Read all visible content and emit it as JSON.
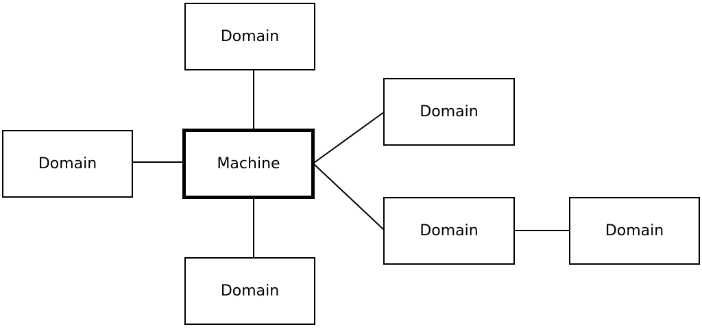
{
  "diagram": {
    "center": {
      "label": "Machine"
    },
    "nodes": [
      {
        "label": "Domain"
      },
      {
        "label": "Domain"
      },
      {
        "label": "Domain"
      },
      {
        "label": "Domain"
      },
      {
        "label": "Domain"
      },
      {
        "label": "Domain"
      }
    ],
    "edges": [
      [
        "center",
        0
      ],
      [
        "center",
        1
      ],
      [
        "center",
        2
      ],
      [
        "center",
        3
      ],
      [
        "center",
        4
      ],
      [
        4,
        5
      ]
    ]
  }
}
